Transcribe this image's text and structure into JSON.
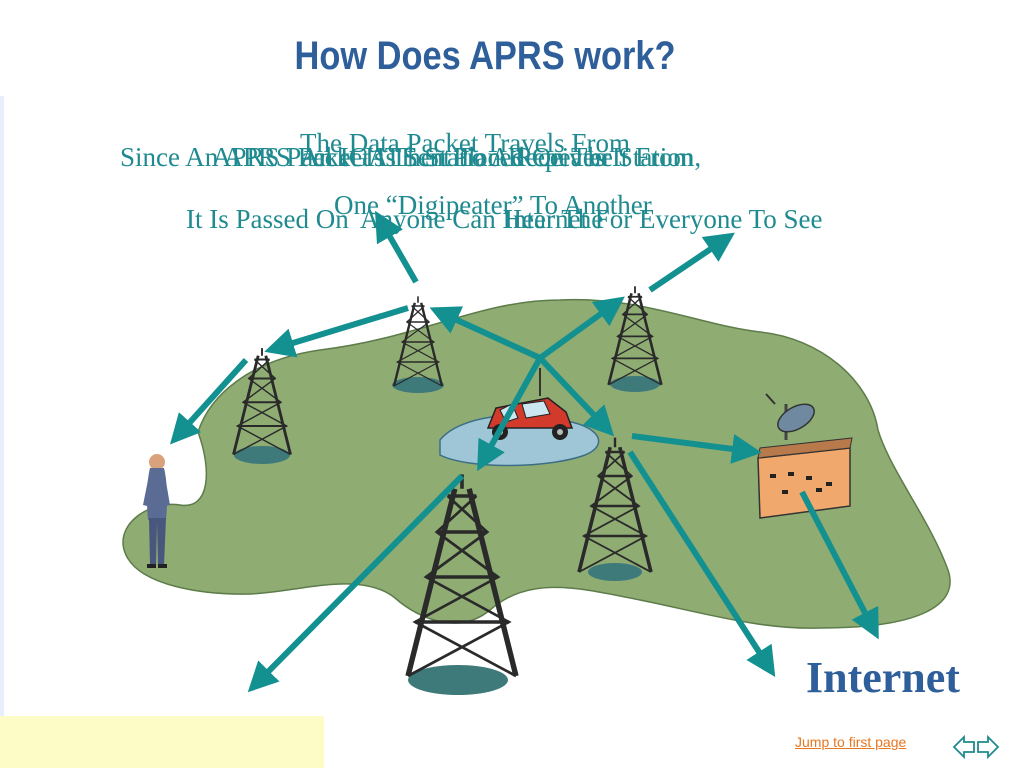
{
  "title": "How Does APRS work?",
  "captions": [
    "The Data Packet Travels From",
    "One “Digipeater” To Another",
    "An IGATE Station Receives It From",
    "Anyone Can Hear The",
    "APRS Packet Is Then Placed On The",
    "Internet For Everyone To See",
    "Since An APRS Packet Is Sent To A Repeater Station,",
    "It Is Passed On"
  ],
  "internet_label": "Internet",
  "footer": {
    "jump_link": "Jump to first page"
  },
  "colors": {
    "title": "#2e5f9a",
    "caption_text": "#1f8a8f",
    "arrow": "#139090",
    "land": "#8fac73",
    "link": "#e87722"
  },
  "icons": {
    "nav": "left-right-arrows-icon"
  }
}
